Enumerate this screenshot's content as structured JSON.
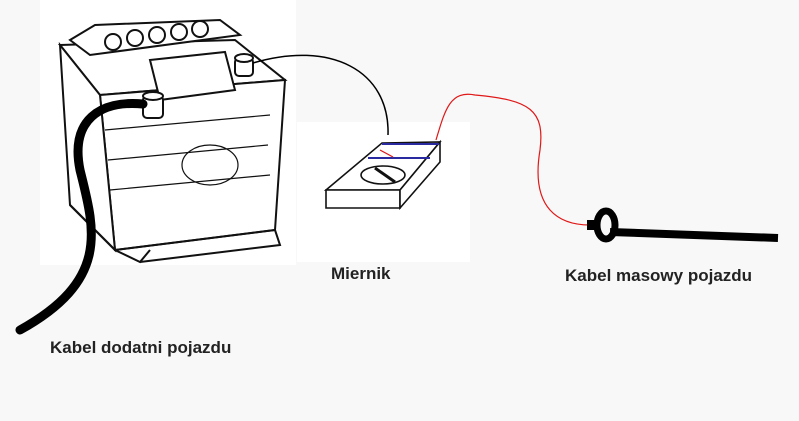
{
  "labels": {
    "meter": "Miernik",
    "ground_cable": "Kabel masowy pojazdu",
    "positive_cable": "Kabel dodatni pojazdu"
  },
  "colors": {
    "test_lead_black": "#000000",
    "test_lead_red": "#e01818",
    "meter_display": "#2a2aa0"
  }
}
